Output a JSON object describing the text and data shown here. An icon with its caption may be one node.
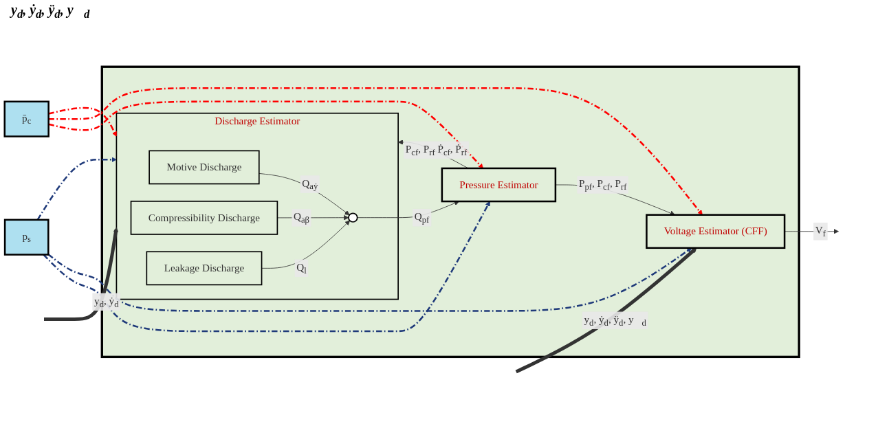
{
  "diagram": {
    "nodes": [
      {
        "text": [],
        "shape": "box"
      },
      {
        "text": [
          "Discharge Estimator"
        ],
        "in": 0
      },
      {
        "text": [
          "Motive Discharge"
        ],
        "in": 1
      },
      {
        "text": [
          "Compressibility Discharge"
        ],
        "in": 1
      },
      {
        "text": [
          "Leakage Discharge"
        ],
        "in": 1
      },
      {
        "text": [],
        "shape": "circle",
        "in": 1
      },
      {
        "text": [
          "Pressure Estimator"
        ],
        "in": 0
      },
      {
        "text": [
          "Voltage Estimator (CFF)"
        ],
        "in": 0
      },
      {
        "text": [
          "p$_{s}$"
        ]
      },
      {
        "text": [
          "p̄$_{c}$"
        ]
      }
    ],
    "edges": [
      {
        "from": null,
        "to": 1,
        "arrow": "to",
        "label": "y$_{d}$, ẏ$_{d}$",
        "style": "thick"
      },
      {
        "from": null,
        "to": 7,
        "arrow": "to",
        "label": "y$_{d}$, ẏ$_{d}$, ÿ$_{d}$, y⃛$_{d}$",
        "style": "thick"
      },
      {
        "from": 2,
        "to": 5,
        "arrow": "to",
        "label": "Q$_{aẏ}$"
      },
      {
        "from": 3,
        "to": 5,
        "arrow": "to",
        "label": "Q$_{aβ}$"
      },
      {
        "from": 4,
        "to": 5,
        "arrow": "to",
        "label": "Q$_{l}$"
      },
      {
        "from": 5,
        "to": 6,
        "arrow": "to",
        "label": "Q$_{pf}$"
      },
      {
        "from": 6,
        "to": 7,
        "arrow": "to",
        "label": "P$_{pf}$, P$_{cf}$, P$_{rf}$"
      },
      {
        "from": 6,
        "to": 1,
        "arrow": "to",
        "label": "P$_{cf}$, P$_{rf}$ Ṗ$_{cf}$, Ṗ$_{rf}$"
      },
      {
        "from": 7,
        "to": null,
        "arrow": "to",
        "label": "V$_{f}$"
      },
      {
        "from": 8,
        "to": 1,
        "arrow": "to",
        "style": "dashed",
        "color": "#1f3a7a"
      },
      {
        "from": 8,
        "to": 6,
        "arrow": "to",
        "style": "dashed",
        "color": "#1f3a7a"
      },
      {
        "from": 8,
        "to": 7,
        "arrow": "to",
        "style": "dashed",
        "color": "#1f3a7a"
      },
      {
        "from": 9,
        "to": 1,
        "arrow": "to",
        "style": "dashed",
        "color": "#ff0000"
      },
      {
        "from": 9,
        "to": 6,
        "arrow": "to",
        "style": "dashed",
        "color": "#ff0000"
      },
      {
        "from": 9,
        "to": 7,
        "arrow": "to",
        "style": "dashed",
        "color": "#ff0000"
      }
    ],
    "labels": [
      "y$_{d}$, ẏ$_{d}$, ÿ$_{d}$, y⃛$_{d}$"
    ]
  }
}
